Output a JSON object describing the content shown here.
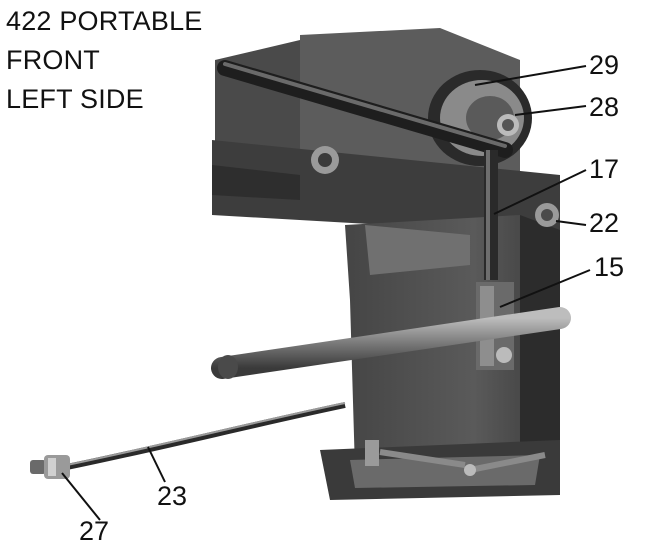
{
  "title_lines": [
    "422 PORTABLE",
    "FRONT",
    "LEFT SIDE"
  ],
  "callouts": {
    "c29": "29",
    "c28": "28",
    "c17": "17",
    "c22": "22",
    "c15": "15",
    "c23": "23",
    "c27": "27"
  }
}
